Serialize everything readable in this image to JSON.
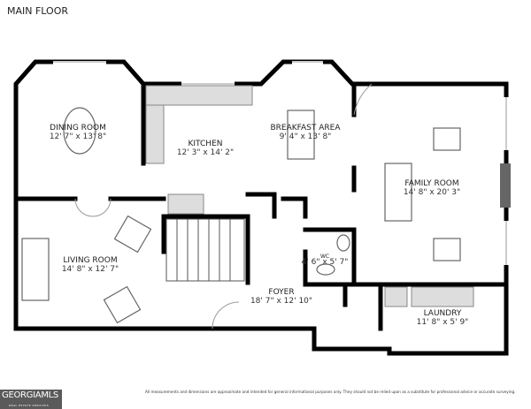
{
  "title": "MAIN FLOOR",
  "rooms": {
    "dining": {
      "name": "DINING ROOM",
      "dim": "12' 7\" x 13' 8\""
    },
    "kitchen": {
      "name": "KITCHEN",
      "dim": "12' 3\" x 14' 2\""
    },
    "breakfast": {
      "name": "BREAKFAST AREA",
      "dim": "9' 4\" x 13' 8\""
    },
    "family": {
      "name": "FAMILY ROOM",
      "dim": "14' 8\" x 20' 3\""
    },
    "living": {
      "name": "LIVING ROOM",
      "dim": "14' 8\" x 12' 7\""
    },
    "foyer": {
      "name": "FOYER",
      "dim": "18' 7\" x 12' 10\""
    },
    "wc": {
      "name": "WC",
      "dim": "4' 6\" x 5' 7\""
    },
    "laundry": {
      "name": "LAUNDRY",
      "dim": "11' 8\" x 5' 9\""
    }
  },
  "disclaimer": "All measurements and dimensions are approximate and intended for general informational purposes only. They should not be relied upon as a substitute for professional advice or accurate surveying.",
  "logo": {
    "main": "GEORGIAMLS",
    "sub": "REAL ESTATE SERVICES"
  }
}
